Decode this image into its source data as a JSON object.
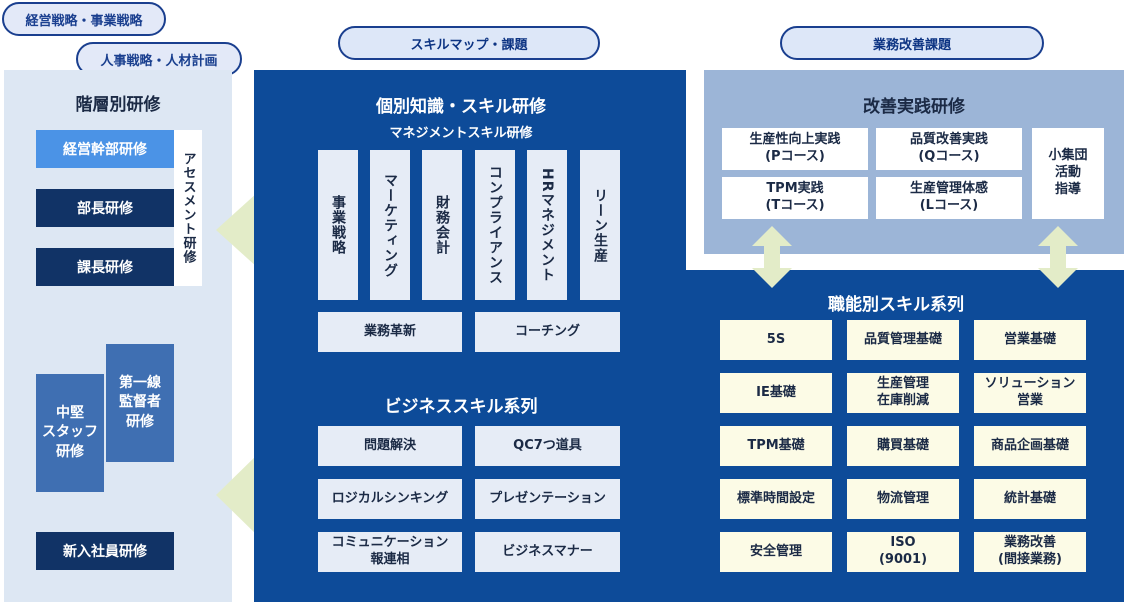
{
  "top_pills": {
    "management": "経営戦略・事業戦略",
    "hr": "人事戦略・人材計画",
    "skillmap": "スキルマップ・課題",
    "business": "業務改善課題"
  },
  "left": {
    "title": "階層別研修",
    "exec": "経営幹部研修",
    "gm": "部長研修",
    "manager": "課長研修",
    "assessment": "アセスメント研修",
    "midstaff": "中堅\nスタッフ\n研修",
    "supervisor": "第一線\n監督者\n研修",
    "newhire": "新入社員研修"
  },
  "center": {
    "title1": "個別知識・スキル研修",
    "subtitle1": "マネジメントスキル研修",
    "vertical": [
      "事業戦略",
      "マーケティング",
      "財務会計",
      "コンプライアンス",
      "HRマネジメント",
      "リーン生産"
    ],
    "innovation": "業務革新",
    "coaching": "コーチング",
    "title2": "ビジネススキル系列",
    "biz": [
      "問題解決",
      "QC7つ道具",
      "ロジカルシンキング",
      "プレゼンテーション",
      "コミュニケーション\n報連相",
      "ビジネスマナー"
    ]
  },
  "kaizen": {
    "title": "改善実践研修",
    "items": [
      "生産性向上実践\n(Pコース)",
      "品質改善実践\n(Qコース)",
      "TPM実践\n(Tコース)",
      "生産管理体感\n(Lコース)"
    ],
    "small_group": "小集団\n活動\n指導"
  },
  "functional": {
    "title": "職能別スキル系列",
    "items": [
      "5S",
      "品質管理基礎",
      "営業基礎",
      "IE基礎",
      "生産管理\n在庫削減",
      "ソリューション\n営業",
      "TPM基礎",
      "購買基礎",
      "商品企画基礎",
      "標準時間設定",
      "物流管理",
      "統計基礎",
      "安全管理",
      "ISO\n(9001)",
      "業務改善\n(間接業務)"
    ]
  },
  "colors": {
    "center_panel": "#0d4b99",
    "left_panel": "#dde7f3",
    "kaizen_panel": "#9cb5d7",
    "arrow": "#e3ecc8"
  }
}
